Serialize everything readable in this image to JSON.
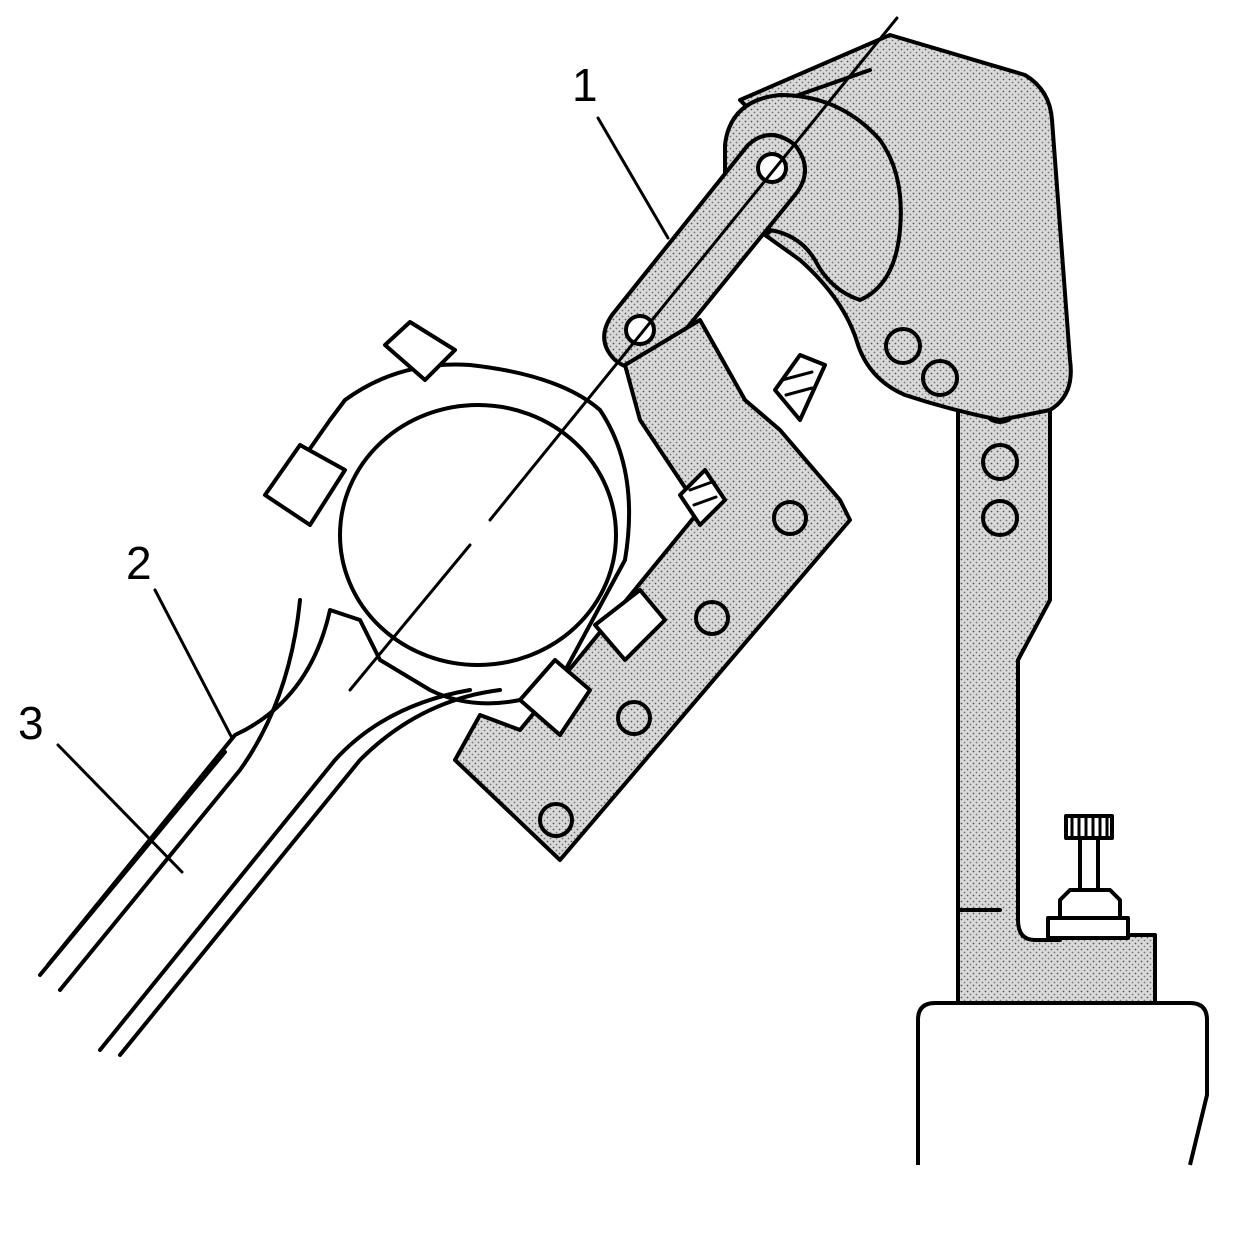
{
  "diagram": {
    "callouts": [
      {
        "id": "1",
        "text": "1"
      },
      {
        "id": "2",
        "text": "2"
      },
      {
        "id": "3",
        "text": "3"
      }
    ],
    "colors": {
      "ink": "#000000",
      "stipple_fill": "#c8c8c8",
      "background": "#ffffff"
    }
  }
}
